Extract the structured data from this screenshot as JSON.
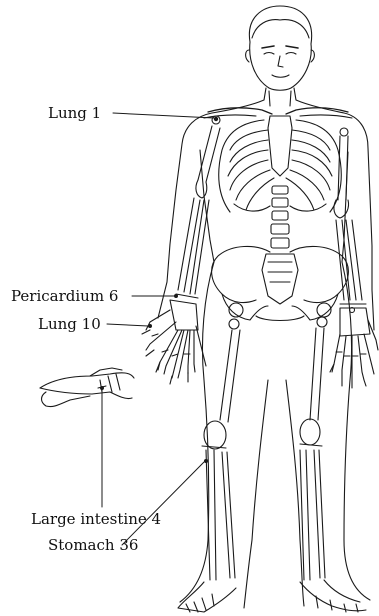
{
  "labels": {
    "lung_1": "Lung 1",
    "pericardium_6": "Pericardium 6",
    "lung_10": "Lung 10",
    "large_intestine_4": "Large intestine 4",
    "stomach_36": "Stomach 36"
  },
  "colors": {
    "ink": "#1a1a1a",
    "background": "#ffffff"
  }
}
